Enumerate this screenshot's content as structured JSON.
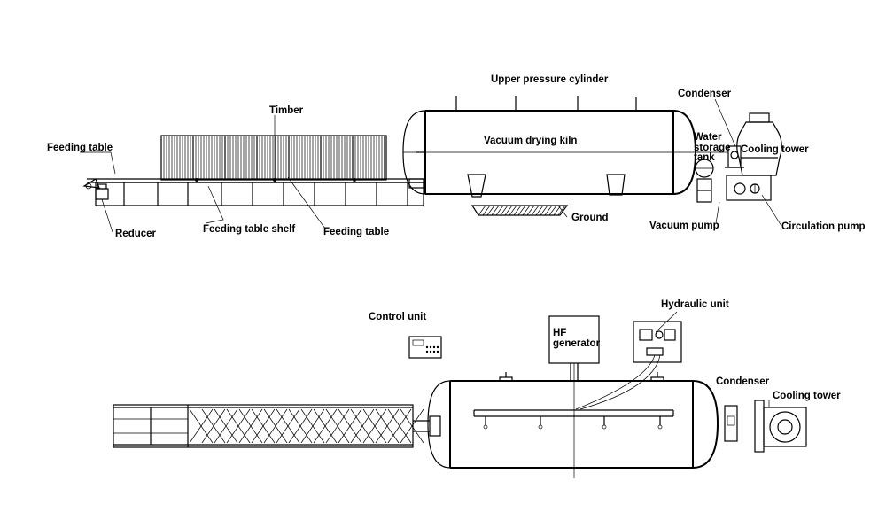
{
  "labels": {
    "feeding_table_top": "Feeding table",
    "timber": "Timber",
    "upper_pressure_cylinder": "Upper pressure cylinder",
    "condenser_top": "Condenser",
    "vacuum_drying_kiln": "Vacuum drying kiln",
    "water_storage_tank_1": "Water",
    "water_storage_tank_2": "storage",
    "water_storage_tank_3": "tank",
    "cooling_tower_top": "Cooling tower",
    "reducer": "Reducer",
    "feeding_table_shelf": "Feeding table shelf",
    "feeding_table_bottom": "Feeding table",
    "ground": "Ground",
    "vacuum_pump": "Vacuum pump",
    "circulation_pump": "Circulation pump",
    "control_unit": "Control unit",
    "hydraulic_unit": "Hydraulic unit",
    "hf_generator_1": "HF",
    "hf_generator_2": "generator",
    "condenser_bottom": "Condenser",
    "cooling_tower_bottom": "Cooling tower"
  }
}
